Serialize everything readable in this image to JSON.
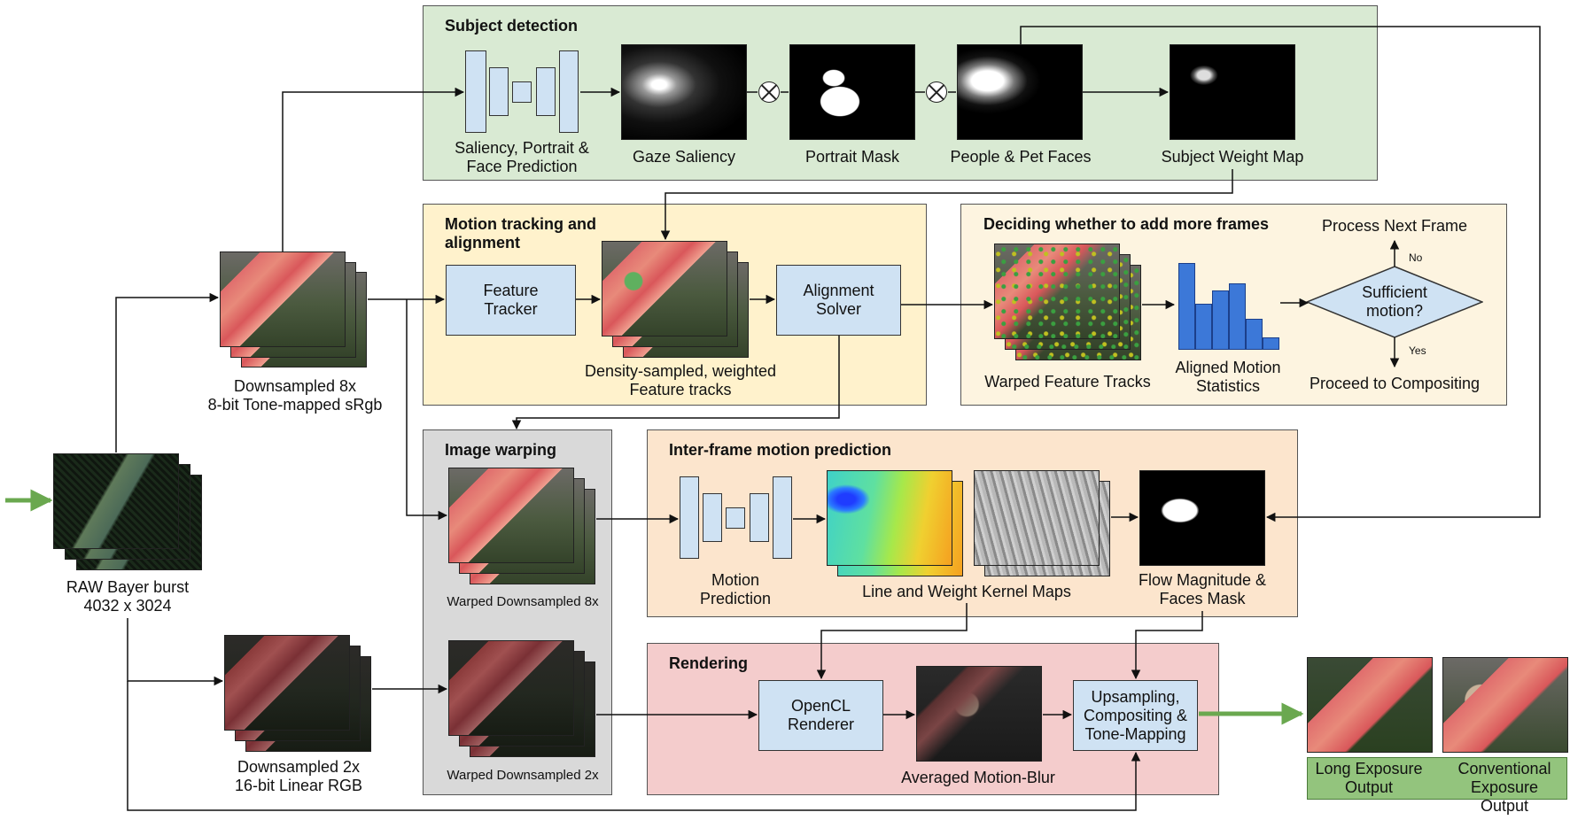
{
  "panels": {
    "subject_detection": "Subject detection",
    "motion_tracking": "Motion tracking and\nalignment",
    "deciding": "Deciding whether to add more frames",
    "image_warping": "Image warping",
    "inter_frame": "Inter-frame motion prediction",
    "rendering": "Rendering"
  },
  "boxes": {
    "feature_tracker": "Feature\nTracker",
    "alignment_solver": "Alignment\nSolver",
    "opencl_renderer": "OpenCL\nRenderer",
    "upsampling": "Upsampling,\nCompositing &\nTone-Mapping",
    "sufficient_motion": "Sufficient\nmotion?"
  },
  "labels": {
    "saliency_prediction": "Saliency, Portrait &\nFace Prediction",
    "gaze_saliency": "Gaze Saliency",
    "portrait_mask": "Portrait Mask",
    "people_pet_faces": "People & Pet Faces",
    "subject_weight_map": "Subject Weight Map",
    "density_sampled": "Density-sampled, weighted\nFeature tracks",
    "warped_feature_tracks": "Warped Feature Tracks",
    "aligned_motion_stats": "Aligned Motion\nStatistics",
    "process_next": "Process Next Frame",
    "proceed": "Proceed to Compositing",
    "no": "No",
    "yes": "Yes",
    "downsampled_8x": "Downsampled 8x\n8-bit Tone-mapped sRgb",
    "raw_bayer": "RAW Bayer burst\n4032 x 3024",
    "warped_8x": "Warped Downsampled 8x",
    "warped_2x": "Warped Downsampled 2x",
    "motion_prediction": "Motion\nPrediction",
    "line_weight_kernel": "Line and Weight Kernel Maps",
    "flow_magnitude": "Flow Magnitude &\nFaces Mask",
    "downsampled_2x": "Downsampled 2x\n16-bit Linear RGB",
    "averaged_blur": "Averaged Motion-Blur",
    "long_exposure": "Long Exposure\nOutput",
    "conventional_exposure": "Conventional\nExposure Output"
  },
  "colors": {
    "subject_detection_bg": "#d9ead3",
    "motion_tracking_bg": "#fff2cc",
    "deciding_bg": "#fdf4e0",
    "image_warping_bg": "#d9d9d9",
    "inter_frame_bg": "#fce5cd",
    "rendering_bg": "#f4cccc",
    "box_blue": "#cfe2f3",
    "histogram_blue": "#3c78d8",
    "output_green": "#93c47d",
    "arrow_green": "#6aa84f"
  },
  "histogram": [
    0.85,
    0.45,
    0.58,
    0.65,
    0.3,
    0.12
  ]
}
